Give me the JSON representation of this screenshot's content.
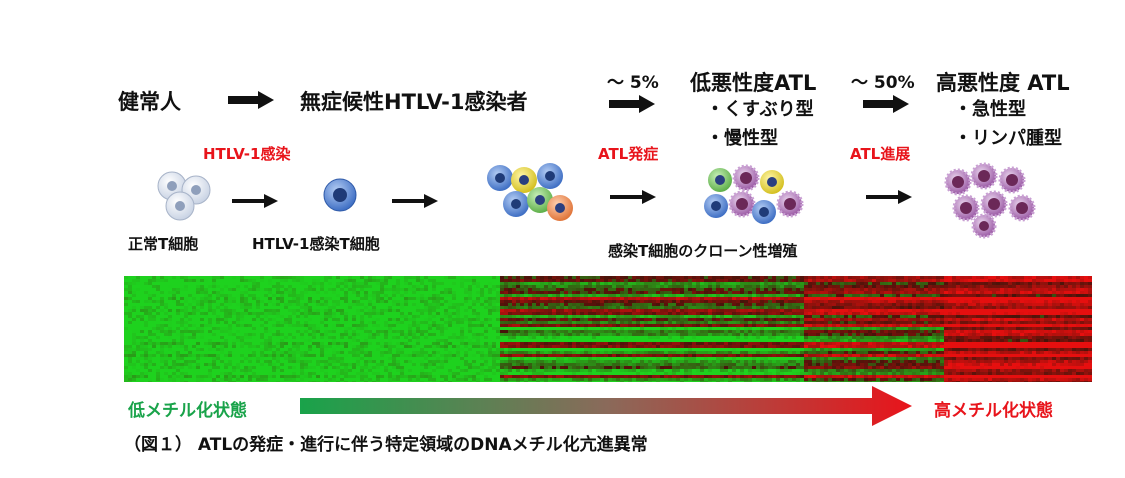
{
  "stages": {
    "healthy": "健常人",
    "carrier": "無症候性HTLV-1感染者",
    "low_grade": "低悪性度ATL",
    "high_grade": "高悪性度 ATL"
  },
  "percentages": {
    "to_low": "～ 5%",
    "to_high": "～ 50%"
  },
  "subtypes": {
    "low": [
      "・くすぶり型",
      "・慢性型"
    ],
    "high": [
      "・急性型",
      "・リンパ腫型"
    ]
  },
  "events": {
    "infection": "HTLV-1感染",
    "onset": "ATL発症",
    "progression": "ATL進展"
  },
  "cell_labels": {
    "normal": "正常T細胞",
    "infected": "HTLV-1感染T細胞",
    "clonal": "感染T細胞のクローン性増殖"
  },
  "methylation": {
    "low": "低メチル化状態",
    "high": "高メチル化状態"
  },
  "caption": "（図１） ATLの発症・進行に伴う特定領域のDNAメチル化亢進異常",
  "colors": {
    "event_red": "#e8141b",
    "low_methyl_green": "#19a34a",
    "high_methyl_red": "#e8141b",
    "heat_green": "#1fd21f",
    "heat_red": "#e60f0f"
  }
}
